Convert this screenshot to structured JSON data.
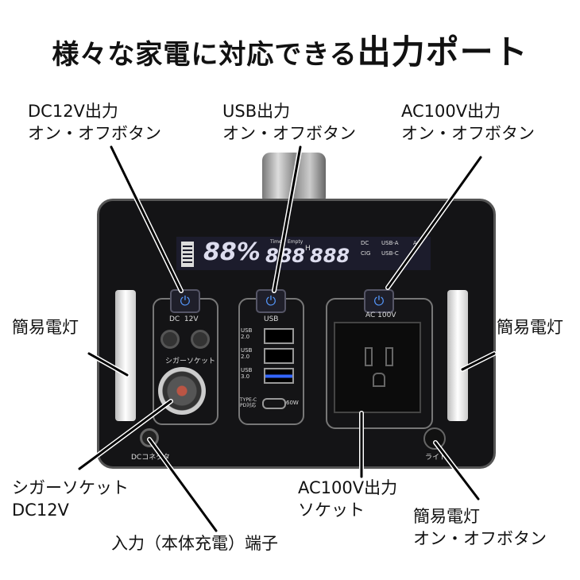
{
  "title": {
    "main": "様々な家電に対応できる",
    "emphasis": "出力ポート"
  },
  "lcd": {
    "battery_percent": "88%",
    "time_digits": "888",
    "hour_unit": "H",
    "energy_digits": "888",
    "time_label": "Time",
    "energy_label": "Empty",
    "indicators": [
      "DC",
      "USB-A",
      "AC",
      "CIG",
      "USB-C"
    ]
  },
  "device": {
    "dc_label": "DC  12V",
    "cigar_label": "シガーソケット",
    "usb_label": "USB",
    "usb_ports": [
      "USB 2.0",
      "USB 2.0",
      "USB 3.0"
    ],
    "typec_label": "TYPE-C PD対応",
    "typec_watt": "60W",
    "ac_label": "AC 100V",
    "dc_connector_label": "DCコネクタ",
    "light_label": "ライト"
  },
  "callouts": {
    "dc_button": [
      "DC12V出力",
      "オン・オフボタン"
    ],
    "usb_button": [
      "USB出力",
      "オン・オフボタン"
    ],
    "ac_button": [
      "AC100V出力",
      "オン・オフボタン"
    ],
    "lamp_left": "簡易電灯",
    "lamp_right": "簡易電灯",
    "cigar": [
      "シガーソケット",
      "DC12V"
    ],
    "input": "入力（本体充電）端子",
    "ac_socket": [
      "AC100V出力",
      "ソケット"
    ],
    "light_button": [
      "簡易電灯",
      "オン・オフボタン"
    ]
  }
}
